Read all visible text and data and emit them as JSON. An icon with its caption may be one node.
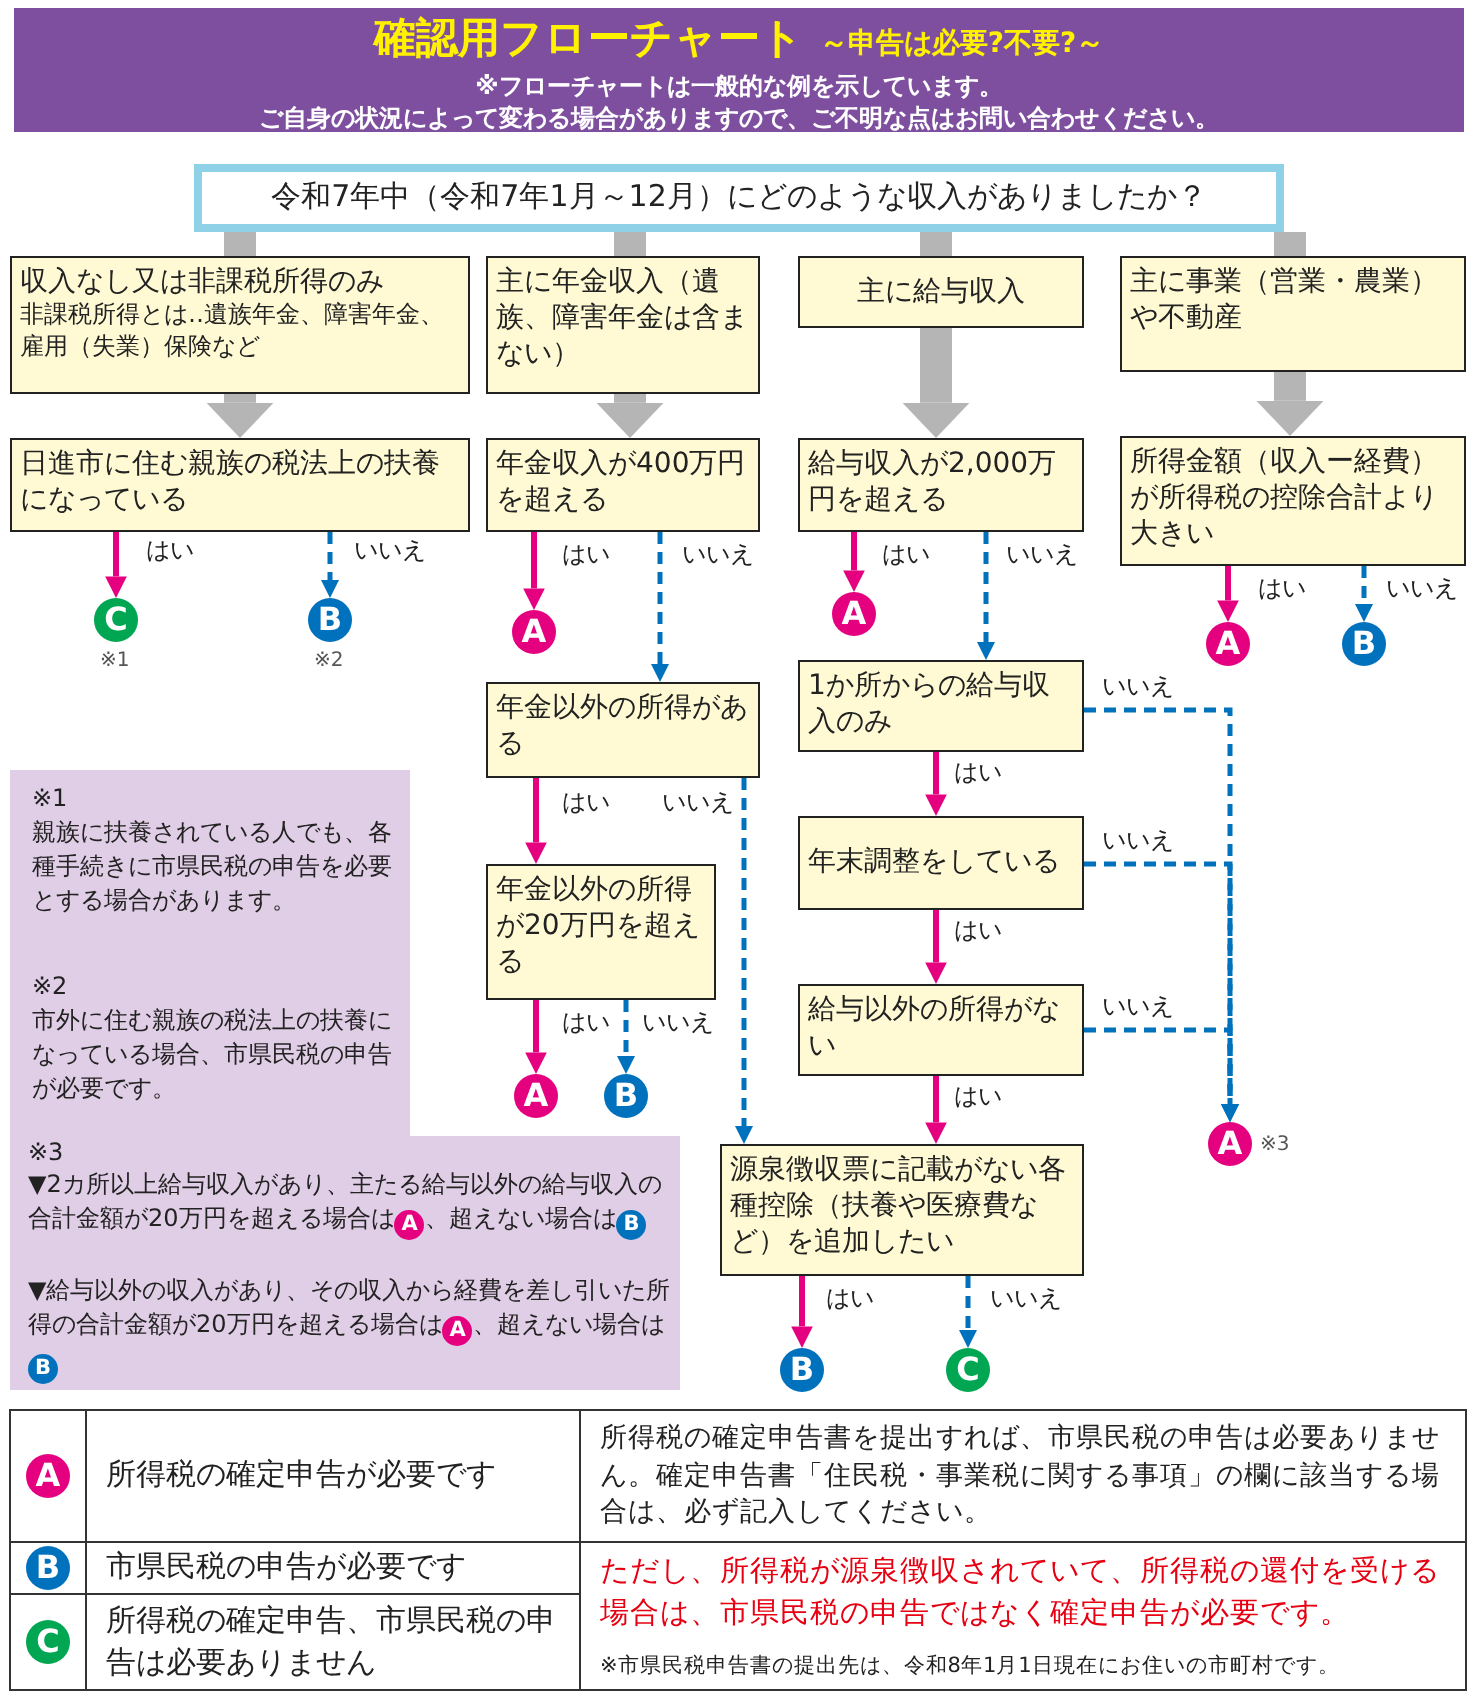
{
  "diagram": {
    "title": "確認用フローチャート",
    "nodes": [
      {
        "text": [
          "令和7年中（令和7年1月～12月）にどのような収入がありましたか？"
        ]
      },
      {
        "text": [
          "収入なし又は非課税所得のみ",
          "非課税所得とは‥遺族年金、障害年金、雇用（失業）保険など"
        ]
      },
      {
        "text": [
          "主に年金収入（遺族、障害年金は含まない）"
        ]
      },
      {
        "text": [
          "主に給与収入"
        ]
      },
      {
        "text": [
          "主に事業（営業・農業）や不動産"
        ]
      },
      {
        "text": [
          "日進市に住む親族の税法上の扶養になっている"
        ]
      },
      {
        "text": [
          "年金収入が400万円を超える"
        ]
      },
      {
        "text": [
          "給与収入が2,000万円を超える"
        ]
      },
      {
        "text": [
          "所得金額（収入ー経費）が所得税の控除合計より大きい"
        ]
      },
      {
        "text": [
          "C"
        ],
        "beside": [
          "※1"
        ]
      },
      {
        "text": [
          "B"
        ],
        "beside": [
          "※2"
        ]
      },
      {
        "text": [
          "A"
        ]
      },
      {
        "text": [
          "年金以外の所得がある"
        ]
      },
      {
        "text": [
          "A"
        ]
      },
      {
        "text": [
          "1か所からの給与収入のみ"
        ]
      },
      {
        "text": [
          "A"
        ]
      },
      {
        "text": [
          "B"
        ]
      },
      {
        "text": [
          "年末調整をしている"
        ]
      },
      {
        "text": [
          "年金以外の所得が20万円を超える"
        ]
      },
      {
        "text": [
          "給与以外の所得がない"
        ]
      },
      {
        "text": [
          "A"
        ]
      },
      {
        "text": [
          "B"
        ]
      },
      {
        "text": [
          "A"
        ],
        "beside": [
          "※3"
        ]
      },
      {
        "text": [
          "源泉徴収票に記載がない各種控除（扶養や医療費など）を追加したい"
        ]
      },
      {
        "text": [
          "B"
        ]
      },
      {
        "text": [
          "C"
        ]
      },
      {
        "text": [
          "A"
        ]
      },
      {
        "text": [
          "B"
        ]
      },
      {
        "text": [
          "C"
        ]
      }
    ],
    "edges": [
      {
        "from": 0,
        "to": 1,
        "arrow": "none",
        "style": "thick",
        "color": "#b5b5b5"
      },
      {
        "from": 0,
        "to": 2,
        "arrow": "none",
        "style": "thick",
        "color": "#b5b5b5"
      },
      {
        "from": 0,
        "to": 3,
        "arrow": "none",
        "style": "thick",
        "color": "#b5b5b5"
      },
      {
        "from": 0,
        "to": 4,
        "arrow": "none",
        "style": "thick",
        "color": "#b5b5b5"
      },
      {
        "from": 1,
        "to": 5,
        "arrow": "to",
        "style": "thick",
        "color": "#b5b5b5"
      },
      {
        "from": 2,
        "to": 6,
        "arrow": "to",
        "style": "thick",
        "color": "#b5b5b5"
      },
      {
        "from": 3,
        "to": 7,
        "arrow": "to",
        "style": "thick",
        "color": "#b5b5b5"
      },
      {
        "from": 4,
        "to": 8,
        "arrow": "to",
        "style": "thick",
        "color": "#b5b5b5"
      },
      {
        "from": 5,
        "to": 9,
        "arrow": "to",
        "label": "はい"
      },
      {
        "from": 5,
        "to": 10,
        "arrow": "to",
        "label": "いいえ",
        "style": "dashed",
        "color": "#0071bc"
      },
      {
        "from": 6,
        "to": 11,
        "arrow": "to",
        "label": "はい"
      },
      {
        "from": 6,
        "to": 12,
        "arrow": "to",
        "label": "いいえ",
        "style": "dashed",
        "color": "#0071bc"
      },
      {
        "from": 7,
        "to": 13,
        "arrow": "to",
        "label": "はい"
      },
      {
        "from": 7,
        "to": 14,
        "arrow": "to",
        "label": "いいえ",
        "style": "dashed",
        "color": "#0071bc"
      },
      {
        "from": 8,
        "to": 15,
        "arrow": "to",
        "label": "はい"
      },
      {
        "from": 8,
        "to": 16,
        "arrow": "to",
        "label": "いいえ",
        "style": "dashed",
        "color": "#0071bc"
      },
      {
        "from": 12,
        "to": 18,
        "arrow": "to",
        "label": "はい"
      },
      {
        "from": 12,
        "to": 23,
        "arrow": "to",
        "label": "いいえ",
        "style": "dashed",
        "color": "#0071bc"
      },
      {
        "from": 18,
        "to": 20,
        "arrow": "to",
        "label": "はい"
      },
      {
        "from": 18,
        "to": 21,
        "arrow": "to",
        "label": "いいえ",
        "style": "dashed",
        "color": "#0071bc"
      },
      {
        "from": 14,
        "to": 17,
        "arrow": "to",
        "label": "はい"
      },
      {
        "from": 14,
        "to": 22,
        "arrow": "to",
        "label": "いいえ",
        "style": "dashed",
        "color": "#0071bc"
      },
      {
        "from": 17,
        "to": 19,
        "arrow": "to",
        "label": "はい"
      },
      {
        "from": 17,
        "to": 22,
        "arrow": "to",
        "label": "いいえ",
        "style": "dashed",
        "color": "#0071bc"
      },
      {
        "from": 19,
        "to": 23,
        "arrow": "to",
        "label": "はい"
      },
      {
        "from": 19,
        "to": 22,
        "arrow": "to",
        "label": "いいえ",
        "style": "dashed",
        "color": "#0071bc"
      },
      {
        "from": 23,
        "to": 24,
        "arrow": "to",
        "label": "はい"
      },
      {
        "from": 23,
        "to": 25,
        "arrow": "to",
        "label": "いいえ",
        "style": "dashed",
        "color": "#0071bc"
      }
    ],
    "labels": [
      "～申告は必要?不要?～",
      "※フローチャートは一般的な例を示しています。",
      "ご自身の状況によって変わる場合がありますので、ご不明な点はお問い合わせください。",
      "※1",
      "親族に扶養されている人でも、各種手続きに市県民税の申告を必要とする場合があります。",
      "※2",
      "市外に住む親族の税法上の扶養になっている場合、市県民税の申告が必要です。",
      "※3",
      "▼2カ所以上給与収入があり、主たる給与以外の給与収入の合計金額が20万円を超える場合は**A**、超えない場合は**B**",
      "▼給与以外の収入があり、その収入から経費を差し引いた所得の合計金額が20万円を超える場合は**A**、超えない場合は**B**",
      "所得税の確定申告が必要です",
      "所得税の確定申告書を提出すれば、市県民税の申告は必要ありません。確定申告書「住民税・事業税に関する事項」の欄に該当する場合は、必ず記入してください。",
      "市県民税の申告が必要です",
      "ただし、所得税が源泉徴収されていて、所得税の還付を受ける場合は、市県民税の申告ではなく確定申告が必要です。",
      "※市県民税申告書の提出先は、令和8年1月1日現在にお住いの市町村です。",
      "所得税の確定申告、市県民税の申告は必要ありません"
    ]
  }
}
